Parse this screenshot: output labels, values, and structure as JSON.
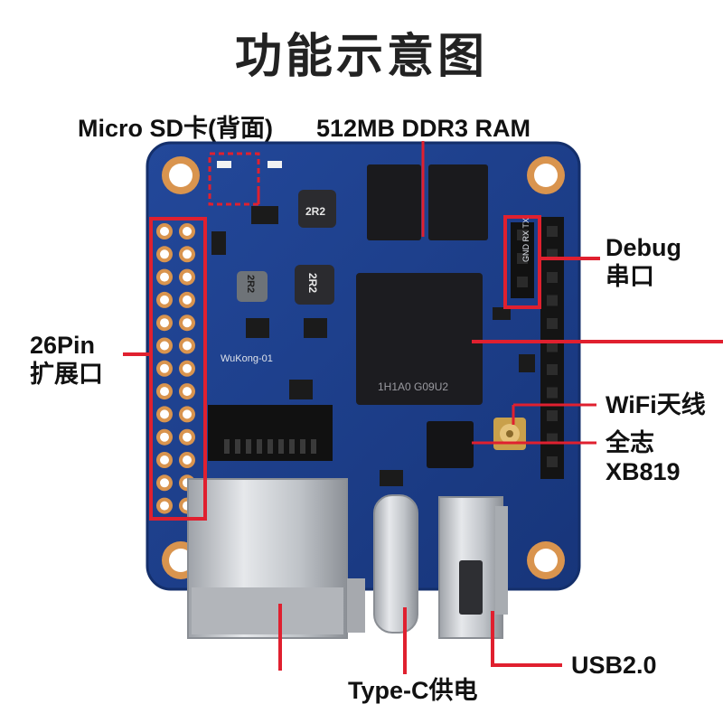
{
  "title": "功能示意图",
  "labels": {
    "microsd": "Micro SD卡(背面)",
    "ram": "512MB DDR3 RAM",
    "debug_line1": "Debug",
    "debug_line2": "串口",
    "pin_line1": "26Pin",
    "pin_line2": "扩展口",
    "wifi": "WiFi天线",
    "chip_line1": "全志",
    "chip_line2": "XB819",
    "usb": "USB2.0",
    "typec": "Type-C供电"
  },
  "board_silkscreen": {
    "inductor_1": "2R2",
    "inductor_2": "2R2",
    "inductor_3": "2R2",
    "board_name": "WuKong-01",
    "debug_pins": "GND RX TX",
    "soc_marking": "1H1A0    G09U2"
  },
  "colors": {
    "board": "#1d3f8a",
    "board_edge": "#142f6b",
    "pad_gold": "#d9944e",
    "callout_red": "#e0202f",
    "chip_black": "#1a1a1d",
    "metal": "#c9ccd1"
  }
}
